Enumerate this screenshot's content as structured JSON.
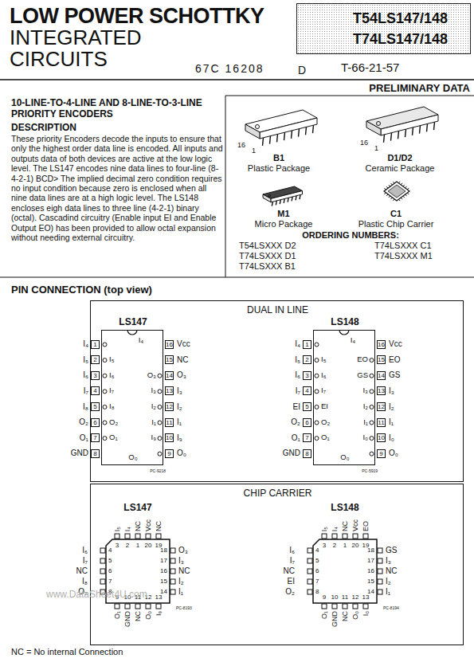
{
  "diagram": {
    "nodes": [
      {
        "text": [
          "T54LS147/148",
          "T74LS147/148"
        ]
      },
      {
        "text": [
          "DUAL IN LINE"
        ]
      },
      {
        "text": [
          "LS147"
        ],
        "in": 1
      },
      {
        "text": [
          "LS148"
        ],
        "in": 1
      },
      {
        "text": [
          "CHIP CARRIER"
        ]
      },
      {
        "text": [
          "LS147"
        ],
        "in": 4
      },
      {
        "text": [
          "LS148"
        ],
        "in": 4
      }
    ],
    "labels": [
      "LOW POWER SCHOTTKY",
      "INTEGRATED",
      "CIRCUITS",
      "67C 16208",
      "D",
      "T-66-21-57",
      "PRELIMINARY DATA",
      "10-LINE-TO-4-LINE AND 8-LINE-TO-3-LINE PRIORITY ENCODERS",
      "DESCRIPTION",
      "These priority Encoders decode the inputs to ensure that only the highest order data line is encoded. All inputs and outputs data of both devices are active at the low logic level. The LS147 encodes nine data lines to four-line (8-4-2-1) BCD> The implied decimal zero condition requires no input condition because zero is enclosed when all nine data lines are at a high logic level. The LS148 encloses eigh data lines to three line (4-2-1) binary (octal). Cascadind circuitry (Enable input EI and Enable Output EO) has been provided to allow octal expansion without needing external circuitry.",
      "16",
      "1",
      "B1",
      "Plastic Package",
      "16",
      "1",
      "D1/D2",
      "Ceramic Package",
      "M1",
      "Micro Package",
      "C1",
      "Plastic Chip Carrier",
      "ORDERING NUMBERS:",
      "T54LSXXX D2",
      "T74LSXXX C1",
      "T74LSXXX D1",
      "T74LSXXX M1",
      "T74LSXXX B1",
      "PIN CONNECTION (top view)",
      "1",
      "2",
      "3",
      "4",
      "5",
      "6",
      "7",
      "8",
      "9",
      "10",
      "11",
      "12",
      "13",
      "14",
      "15",
      "16",
      "I₄",
      "I₅",
      "I₆",
      "I₇",
      "I₈",
      "O₂",
      "O₁",
      "GND",
      "O₀",
      "I₉",
      "I₁",
      "I₂",
      "I₃",
      "O₃",
      "NC",
      "Vcc",
      "I₄",
      "I₅",
      "I₆",
      "I₇",
      "I₈",
      "O₂",
      "O₁",
      "O₀",
      "I₉",
      "I₁",
      "I₂",
      "I₃",
      "O₃",
      "PC-9218",
      "1",
      "2",
      "3",
      "4",
      "5",
      "6",
      "7",
      "8",
      "9",
      "10",
      "11",
      "12",
      "13",
      "14",
      "15",
      "16",
      "I₄",
      "I₅",
      "I₆",
      "I₇",
      "EI",
      "O₂",
      "O₁",
      "GND",
      "O₀",
      "I₀",
      "I₁",
      "I₂",
      "I₃",
      "GS",
      "EO",
      "Vcc",
      "I₄",
      "I₅",
      "I₆",
      "I₇",
      "EI",
      "O₂",
      "O₁",
      "O₀",
      "I₀",
      "I₁",
      "I₂",
      "I₃",
      "GS",
      "EO",
      "PC-5919",
      "3",
      "2",
      "1",
      "20",
      "19",
      "4",
      "5",
      "6",
      "7",
      "8",
      "18",
      "17",
      "16",
      "15",
      "14",
      "9",
      "10",
      "11",
      "12",
      "13",
      "I₅",
      "I₄",
      "NC",
      "Vcc",
      "NC",
      "I₆",
      "I₇",
      "NC",
      "I₈",
      "O₂",
      "O₃",
      "I₃",
      "NC",
      "I₂",
      "I₁",
      "O₁",
      "GND",
      "NC",
      "O₀",
      "I₉",
      "PC-8193",
      "3",
      "2",
      "1",
      "20",
      "19",
      "4",
      "5",
      "6",
      "7",
      "8",
      "18",
      "17",
      "16",
      "15",
      "14",
      "9",
      "10",
      "11",
      "12",
      "13",
      "I₅",
      "I₄",
      "NC",
      "Vcc",
      "EO",
      "I₆",
      "I₇",
      "NC",
      "EI",
      "O₂",
      "GS",
      "I₃",
      "NC",
      "I₂",
      "I₁",
      "O₁",
      "GND",
      "NC",
      "O₀",
      "I₀",
      "PC-8194",
      "NC = No internal Connection",
      "www.DataSheet4U.com"
    ]
  }
}
